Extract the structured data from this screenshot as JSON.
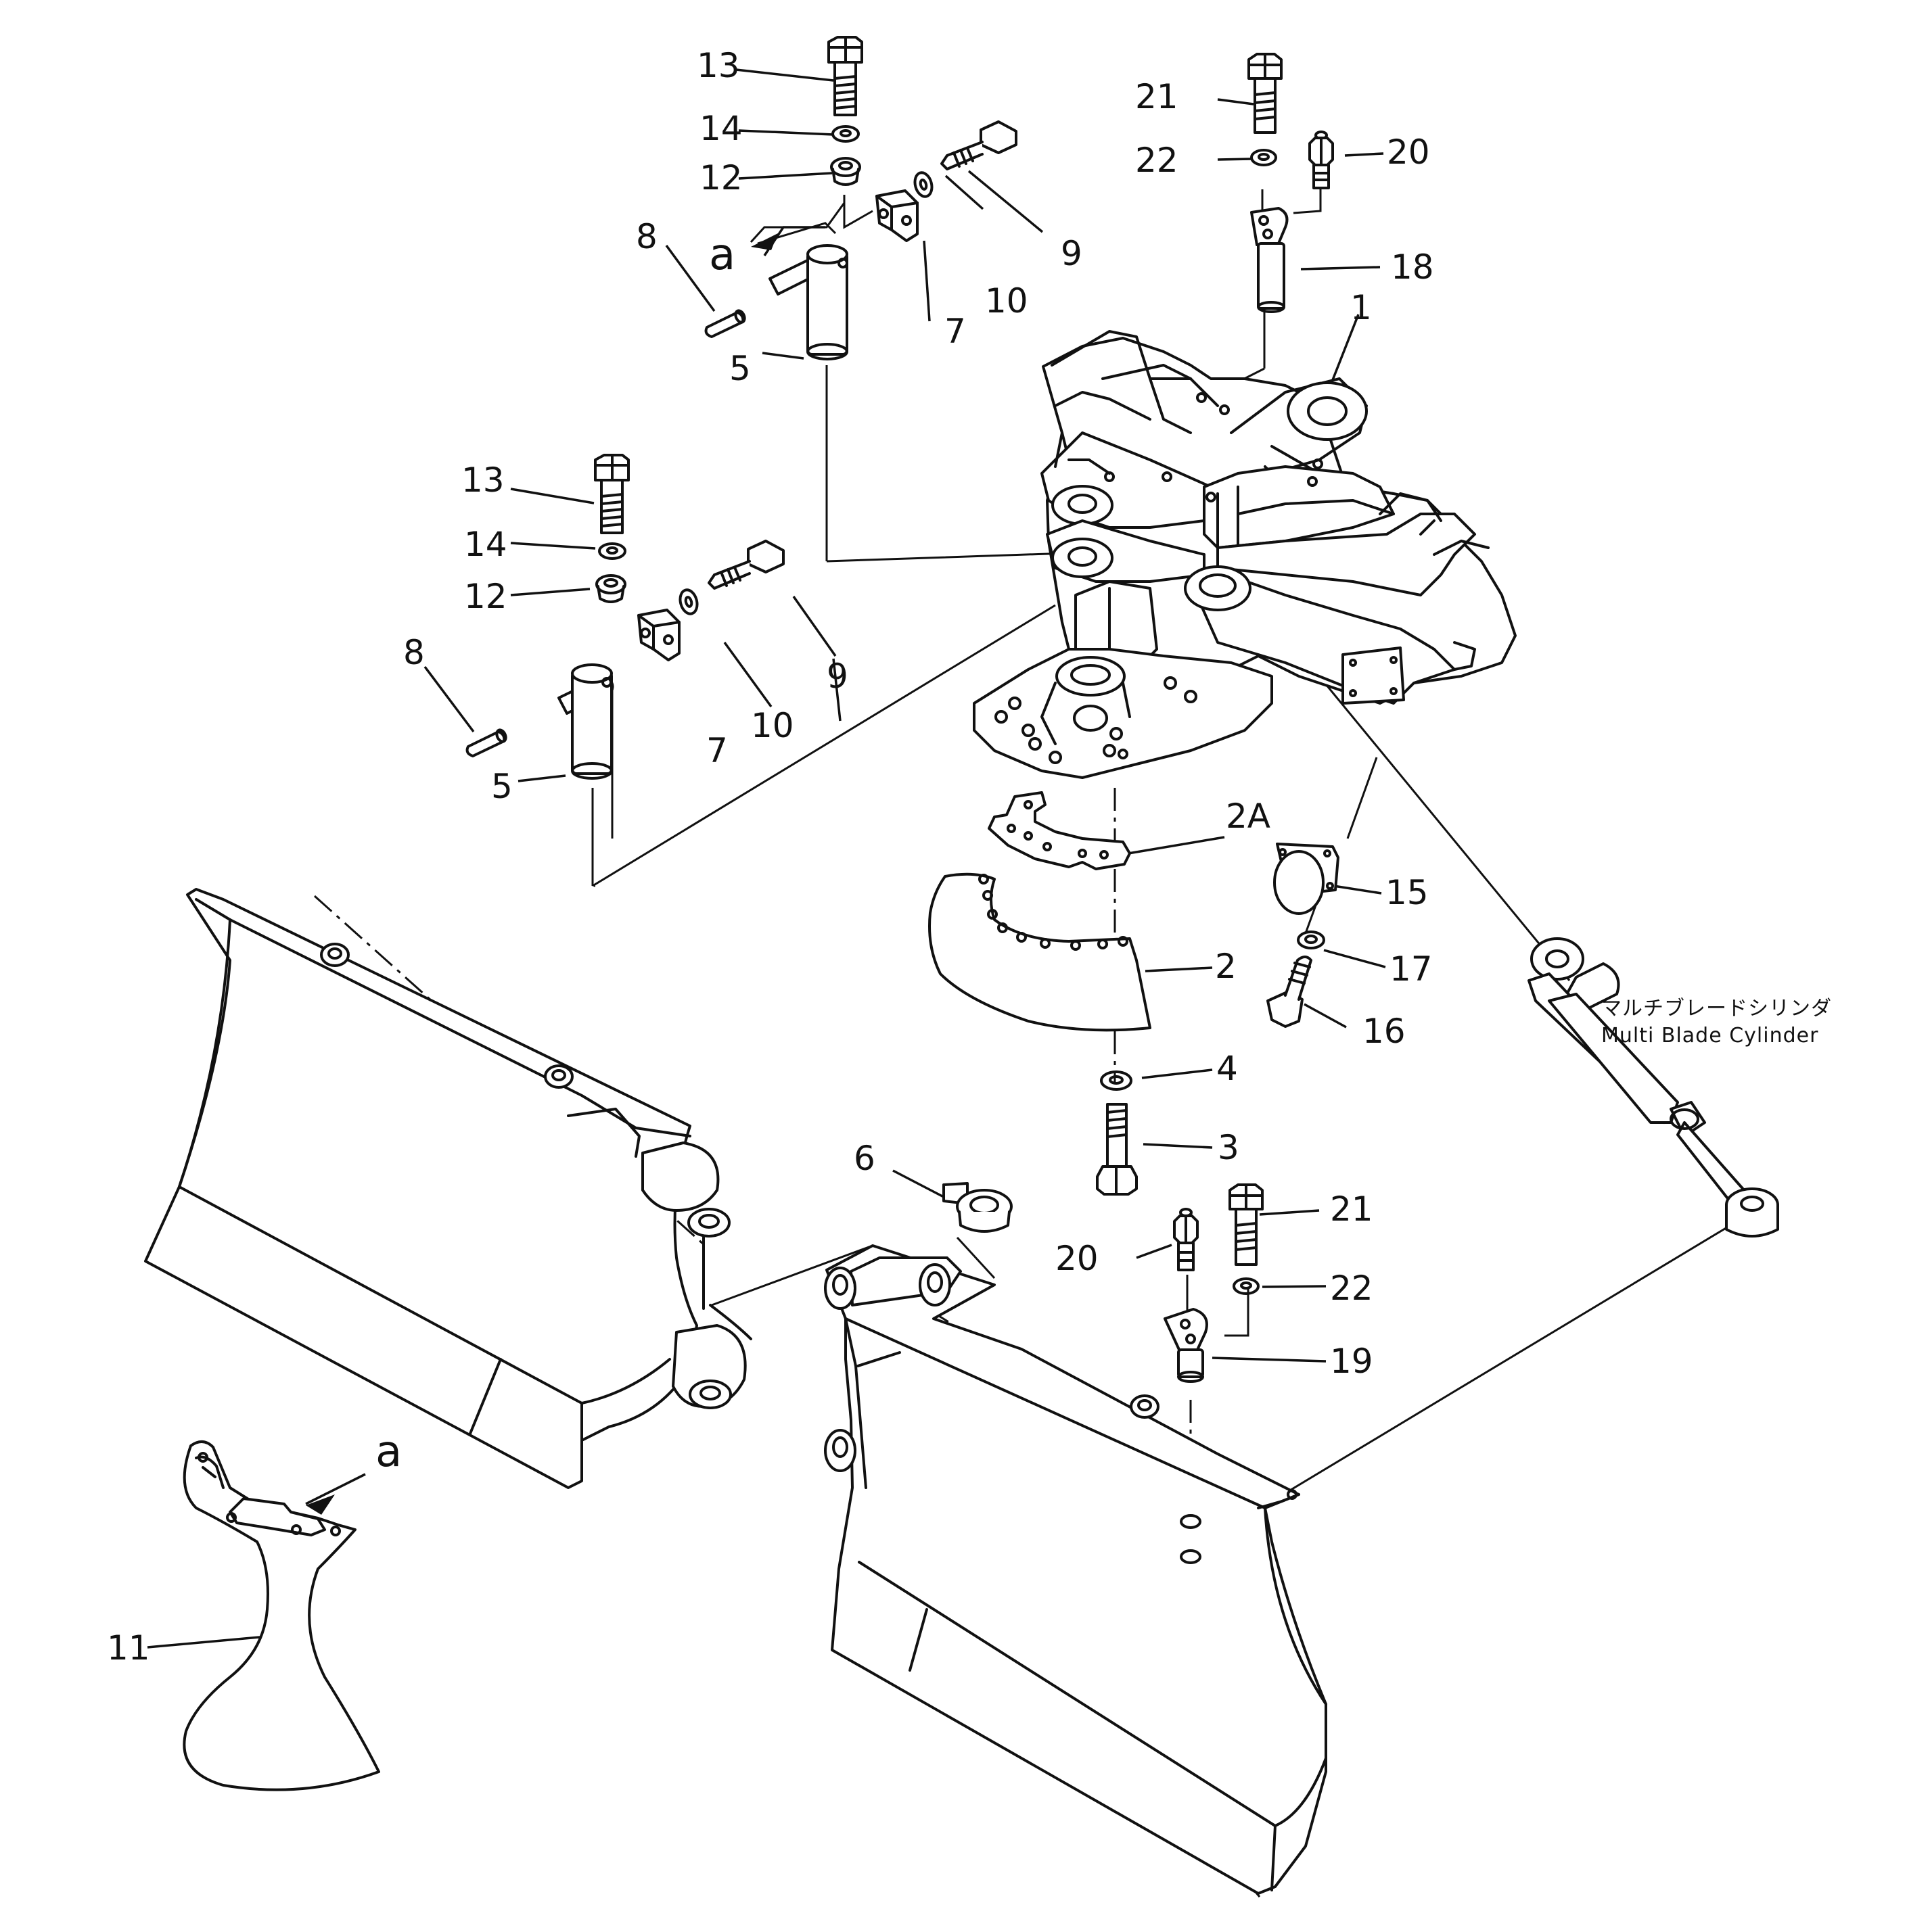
{
  "callouts": {
    "c13a": "13",
    "c14a": "14",
    "c12a": "12",
    "c8a": "8",
    "ca1": "a",
    "c5a": "5",
    "c7a": "7",
    "c10a": "10",
    "c9a": "9",
    "c21a": "21",
    "c22a": "22",
    "c20a": "20",
    "c18": "18",
    "c1": "1",
    "c13b": "13",
    "c14b": "14",
    "c12b": "12",
    "c8b": "8",
    "c5b": "5",
    "c7b": "7",
    "c10b": "10",
    "c9b": "9",
    "c2A": "2A",
    "c15": "15",
    "c17": "17",
    "c16": "16",
    "c2": "2",
    "c4": "4",
    "c3": "3",
    "c6": "6",
    "c21b": "21",
    "c20b": "20",
    "c22b": "22",
    "c19": "19",
    "ca2": "a",
    "c11": "11"
  },
  "note": {
    "jp": "マルチブレードシリンダ",
    "en": "Multi Blade Cylinder"
  }
}
